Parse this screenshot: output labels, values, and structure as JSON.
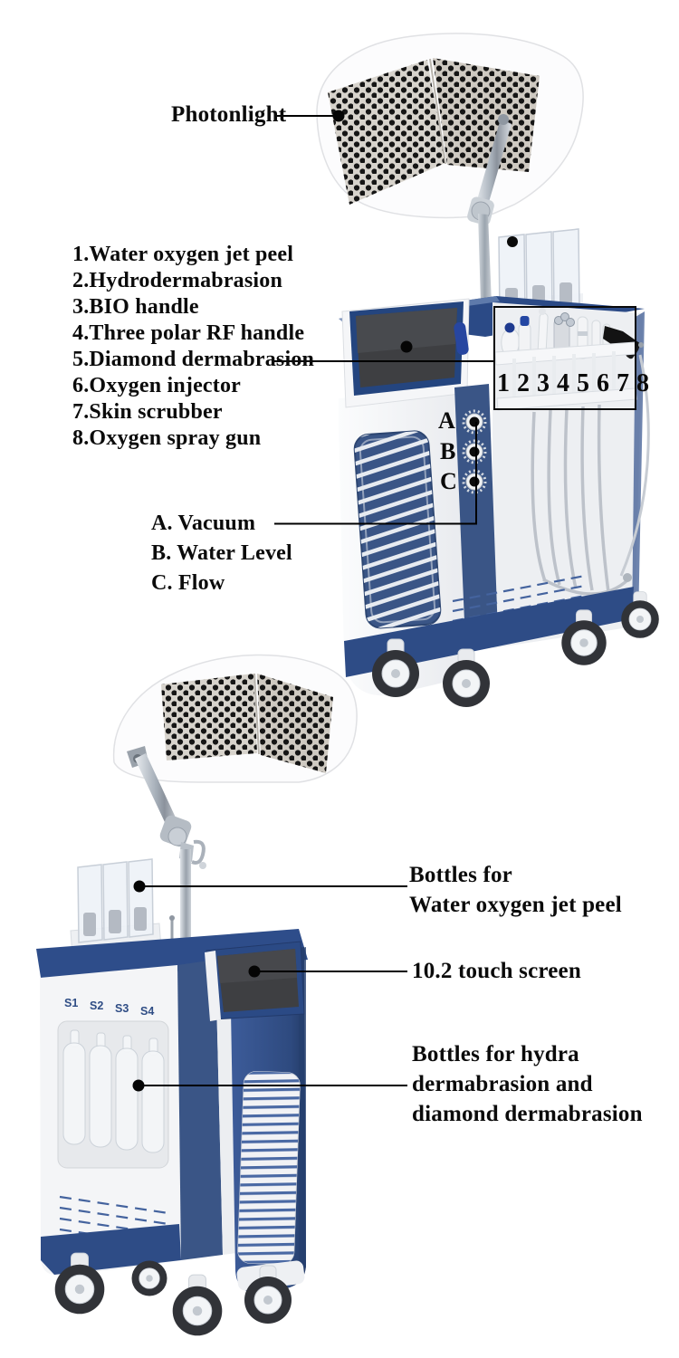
{
  "colors": {
    "machine_blue": "#3a5586",
    "machine_blue_dark": "#2c4571",
    "machine_navy": "#2e4c86",
    "slat_blue": "#4a69a4",
    "annotation_black": "#0b0b0b",
    "screen_gray": "#3e3f42",
    "led_dot": "#151515",
    "slot_label_navy": "#2f4d85"
  },
  "top_view": {
    "photonlight_label": "Photonlight",
    "handle_list": [
      "1.Water oxygen jet peel",
      "2.Hydrodermabrasion",
      "3.BIO handle",
      "4.Three polar RF handle",
      "5.Diamond dermabrasion",
      "6.Oxygen injector",
      "7.Skin scrubber",
      "8.Oxygen spray gun"
    ],
    "rack_numbers": "1 2 3 4 5 6 7 8",
    "knob_labels": [
      "A",
      "B",
      "C"
    ],
    "knob_legend": [
      "A. Vacuum",
      "B. Water Level",
      "C. Flow"
    ]
  },
  "bottom_view": {
    "slot_labels": [
      "S1",
      "S2",
      "S3",
      "S4"
    ],
    "bottles_label_lines": [
      "Bottles for",
      "Water oxygen jet peel"
    ],
    "screen_label": "10.2 touch screen",
    "hydra_label_lines": [
      "Bottles for hydra",
      "dermabrasion and",
      "diamond dermabrasion"
    ]
  }
}
